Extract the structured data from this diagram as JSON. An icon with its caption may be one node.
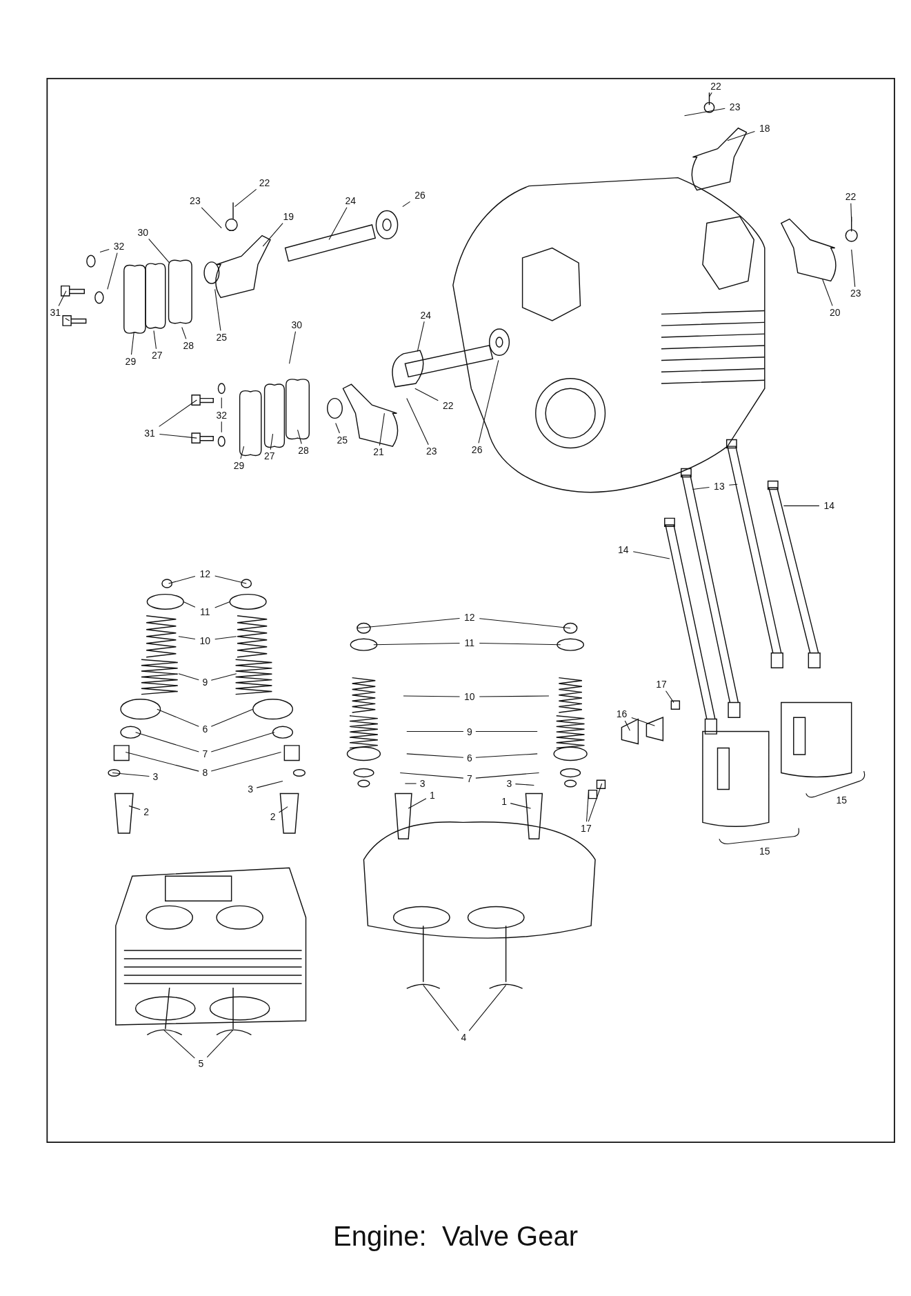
{
  "diagram": {
    "title": "Engine:  Valve Gear",
    "nodes": [
      {
        "text": [
          "22"
        ]
      },
      {
        "text": [
          "23"
        ]
      },
      {
        "text": [
          "18"
        ]
      },
      {
        "text": [
          "22"
        ]
      },
      {
        "text": [
          "23"
        ]
      },
      {
        "text": [
          "24"
        ]
      },
      {
        "text": [
          "26"
        ]
      },
      {
        "text": [
          "22"
        ]
      },
      {
        "text": [
          "19"
        ]
      },
      {
        "text": [
          "30"
        ]
      },
      {
        "text": [
          "32"
        ]
      },
      {
        "text": [
          "23"
        ]
      },
      {
        "text": [
          "31"
        ]
      },
      {
        "text": [
          "20"
        ]
      },
      {
        "text": [
          "24"
        ]
      },
      {
        "text": [
          "30"
        ]
      },
      {
        "text": [
          "25"
        ]
      },
      {
        "text": [
          "28"
        ]
      },
      {
        "text": [
          "27"
        ]
      },
      {
        "text": [
          "29"
        ]
      },
      {
        "text": [
          "22"
        ]
      },
      {
        "text": [
          "32"
        ]
      },
      {
        "text": [
          "31"
        ]
      },
      {
        "text": [
          "25"
        ]
      },
      {
        "text": [
          "21"
        ]
      },
      {
        "text": [
          "23"
        ]
      },
      {
        "text": [
          "26"
        ]
      },
      {
        "text": [
          "28"
        ]
      },
      {
        "text": [
          "27"
        ]
      },
      {
        "text": [
          "29"
        ]
      },
      {
        "text": [
          "13"
        ]
      },
      {
        "text": [
          "14"
        ]
      },
      {
        "text": [
          "14"
        ]
      },
      {
        "text": [
          "12"
        ]
      },
      {
        "text": [
          "11"
        ]
      },
      {
        "text": [
          "12"
        ]
      },
      {
        "text": [
          "11"
        ]
      },
      {
        "text": [
          "10"
        ]
      },
      {
        "text": [
          "9"
        ]
      },
      {
        "text": [
          "17"
        ]
      },
      {
        "text": [
          "10"
        ]
      },
      {
        "text": [
          "16"
        ]
      },
      {
        "text": [
          "6"
        ]
      },
      {
        "text": [
          "9"
        ]
      },
      {
        "text": [
          "7"
        ]
      },
      {
        "text": [
          "6"
        ]
      },
      {
        "text": [
          "8"
        ]
      },
      {
        "text": [
          "3"
        ]
      },
      {
        "text": [
          "7"
        ]
      },
      {
        "text": [
          "3"
        ]
      },
      {
        "text": [
          "3"
        ]
      },
      {
        "text": [
          "3"
        ]
      },
      {
        "text": [
          "1"
        ]
      },
      {
        "text": [
          "1"
        ]
      },
      {
        "text": [
          "2"
        ]
      },
      {
        "text": [
          "2"
        ]
      },
      {
        "text": [
          "17"
        ]
      },
      {
        "text": [
          "4"
        ]
      },
      {
        "text": [
          "5"
        ]
      }
    ],
    "edges": [
      {
        "from": 0,
        "to": null,
        "arrow": "none"
      },
      {
        "from": 1,
        "to": null,
        "arrow": "none"
      },
      {
        "from": 2,
        "to": null,
        "arrow": "none"
      },
      {
        "from": 3,
        "to": null,
        "arrow": "none"
      },
      {
        "from": 4,
        "to": null,
        "arrow": "none"
      },
      {
        "from": 5,
        "to": null,
        "arrow": "none"
      },
      {
        "from": 6,
        "to": null,
        "arrow": "none"
      },
      {
        "from": 7,
        "to": null,
        "arrow": "none"
      },
      {
        "from": 8,
        "to": null,
        "arrow": "none"
      },
      {
        "from": 9,
        "to": null,
        "arrow": "none"
      },
      {
        "from": 10,
        "to": null,
        "arrow": "none"
      },
      {
        "from": 10,
        "to": null,
        "arrow": "none"
      },
      {
        "from": 11,
        "to": null,
        "arrow": "none"
      },
      {
        "from": 12,
        "to": null,
        "arrow": "none"
      },
      {
        "from": 12,
        "to": null,
        "arrow": "none"
      },
      {
        "from": 13,
        "to": null,
        "arrow": "none"
      },
      {
        "from": 14,
        "to": null,
        "arrow": "none"
      },
      {
        "from": 15,
        "to": null,
        "arrow": "none"
      },
      {
        "from": 16,
        "to": null,
        "arrow": "none"
      },
      {
        "from": 17,
        "to": null,
        "arrow": "none"
      },
      {
        "from": 18,
        "to": null,
        "arrow": "none"
      },
      {
        "from": 19,
        "to": null,
        "arrow": "none"
      },
      {
        "from": 20,
        "to": null,
        "arrow": "none"
      },
      {
        "from": 21,
        "to": null,
        "arrow": "none"
      },
      {
        "from": 21,
        "to": null,
        "arrow": "none"
      },
      {
        "from": 22,
        "to": null,
        "arrow": "none"
      },
      {
        "from": 22,
        "to": null,
        "arrow": "none"
      },
      {
        "from": 23,
        "to": null,
        "arrow": "none"
      },
      {
        "from": 24,
        "to": null,
        "arrow": "none"
      },
      {
        "from": 25,
        "to": null,
        "arrow": "none"
      },
      {
        "from": 26,
        "to": null,
        "arrow": "none"
      },
      {
        "from": 27,
        "to": null,
        "arrow": "none"
      },
      {
        "from": 28,
        "to": null,
        "arrow": "none"
      },
      {
        "from": 29,
        "to": null,
        "arrow": "none"
      },
      {
        "from": 30,
        "to": null,
        "arrow": "none"
      },
      {
        "from": 30,
        "to": null,
        "arrow": "none"
      },
      {
        "from": 31,
        "to": null,
        "arrow": "none"
      },
      {
        "from": 32,
        "to": null,
        "arrow": "none"
      },
      {
        "from": 33,
        "to": null,
        "arrow": "none"
      },
      {
        "from": 33,
        "to": null,
        "arrow": "none"
      },
      {
        "from": 34,
        "to": null,
        "arrow": "none"
      },
      {
        "from": 34,
        "to": null,
        "arrow": "none"
      },
      {
        "from": 35,
        "to": null,
        "arrow": "none"
      },
      {
        "from": 35,
        "to": null,
        "arrow": "none"
      },
      {
        "from": 36,
        "to": null,
        "arrow": "none"
      },
      {
        "from": 36,
        "to": null,
        "arrow": "none"
      },
      {
        "from": 37,
        "to": null,
        "arrow": "none"
      },
      {
        "from": 37,
        "to": null,
        "arrow": "none"
      },
      {
        "from": 38,
        "to": null,
        "arrow": "none"
      },
      {
        "from": 38,
        "to": null,
        "arrow": "none"
      },
      {
        "from": 39,
        "to": null,
        "arrow": "none"
      },
      {
        "from": 40,
        "to": null,
        "arrow": "none"
      },
      {
        "from": 40,
        "to": null,
        "arrow": "none"
      },
      {
        "from": 41,
        "to": null,
        "arrow": "none"
      },
      {
        "from": 41,
        "to": null,
        "arrow": "none"
      },
      {
        "from": 42,
        "to": null,
        "arrow": "none"
      },
      {
        "from": 42,
        "to": null,
        "arrow": "none"
      },
      {
        "from": 43,
        "to": null,
        "arrow": "none"
      },
      {
        "from": 43,
        "to": null,
        "arrow": "none"
      },
      {
        "from": 44,
        "to": null,
        "arrow": "none"
      },
      {
        "from": 44,
        "to": null,
        "arrow": "none"
      },
      {
        "from": 45,
        "to": null,
        "arrow": "none"
      },
      {
        "from": 45,
        "to": null,
        "arrow": "none"
      },
      {
        "from": 46,
        "to": null,
        "arrow": "none"
      },
      {
        "from": 46,
        "to": null,
        "arrow": "none"
      },
      {
        "from": 47,
        "to": null,
        "arrow": "none"
      },
      {
        "from": 48,
        "to": null,
        "arrow": "none"
      },
      {
        "from": 48,
        "to": null,
        "arrow": "none"
      },
      {
        "from": 49,
        "to": null,
        "arrow": "none"
      },
      {
        "from": 50,
        "to": null,
        "arrow": "none"
      },
      {
        "from": 51,
        "to": null,
        "arrow": "none"
      },
      {
        "from": 52,
        "to": null,
        "arrow": "none"
      },
      {
        "from": 53,
        "to": null,
        "arrow": "none"
      },
      {
        "from": 54,
        "to": null,
        "arrow": "none"
      },
      {
        "from": 55,
        "to": null,
        "arrow": "none"
      },
      {
        "from": 56,
        "to": null,
        "arrow": "none"
      },
      {
        "from": 56,
        "to": null,
        "arrow": "none"
      },
      {
        "from": 57,
        "to": null,
        "arrow": "none"
      },
      {
        "from": 57,
        "to": null,
        "arrow": "none"
      },
      {
        "from": 58,
        "to": null,
        "arrow": "none"
      },
      {
        "from": 58,
        "to": null,
        "arrow": "none"
      }
    ],
    "labels": [
      "15",
      "15"
    ]
  }
}
